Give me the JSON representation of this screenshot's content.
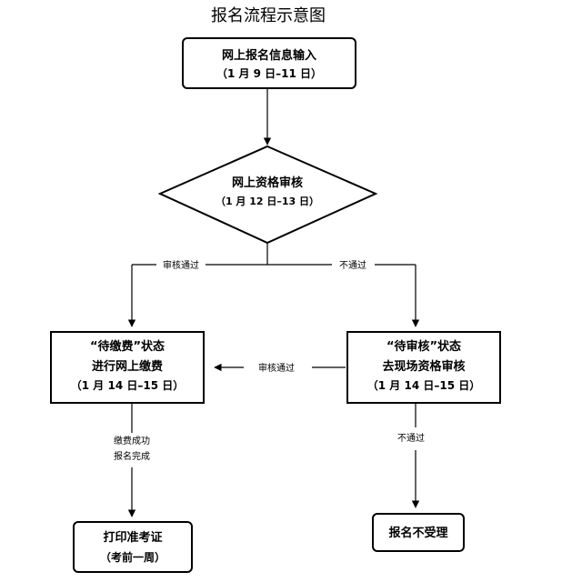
{
  "title": "报名流程示意图",
  "nodes": {
    "input": {
      "line1": "网上报名信息输入",
      "line2": "（1 月 9 日–11 日）"
    },
    "review": {
      "line1": "网上资格审核",
      "line2": "（1 月 12 日–13 日）"
    },
    "pay": {
      "line1": "“待缴费”状态",
      "line2": "进行网上缴费",
      "line3": "（1 月 14 日–15 日）"
    },
    "onsite": {
      "line1": "“待审核”状态",
      "line2": "去现场资格审核",
      "line3": "（1 月 14 日–15 日）"
    },
    "print": {
      "line1": "打印准考证",
      "line2": "（考前一周）"
    },
    "reject": {
      "line1": "报名不受理"
    }
  },
  "edges": {
    "review_pass": "审核通过",
    "review_fail": "不通过",
    "onsite_pass": "审核通过",
    "onsite_fail": "不通过",
    "pay_done_line1": "缴费成功",
    "pay_done_line2": "报名完成"
  }
}
